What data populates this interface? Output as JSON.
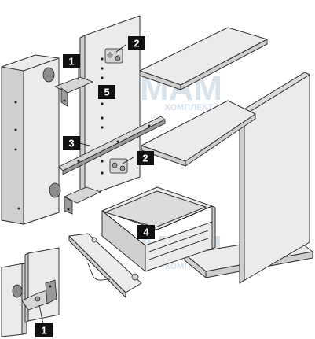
{
  "callouts": [
    {
      "id": "c1a",
      "label": "1"
    },
    {
      "id": "c2a",
      "label": "2"
    },
    {
      "id": "c5",
      "label": "5"
    },
    {
      "id": "c3",
      "label": "3"
    },
    {
      "id": "c2b",
      "label": "2"
    },
    {
      "id": "c4",
      "label": "4"
    },
    {
      "id": "c1b",
      "label": "1"
    }
  ],
  "watermark": {
    "brand": "MAM",
    "sub": "КОМПЛЕКТ"
  },
  "colors": {
    "panel": "#ebebeb",
    "panel_side": "#cfcfcf",
    "outline": "#333333",
    "callout": "#111111",
    "watermark": "#d9e3ec"
  }
}
